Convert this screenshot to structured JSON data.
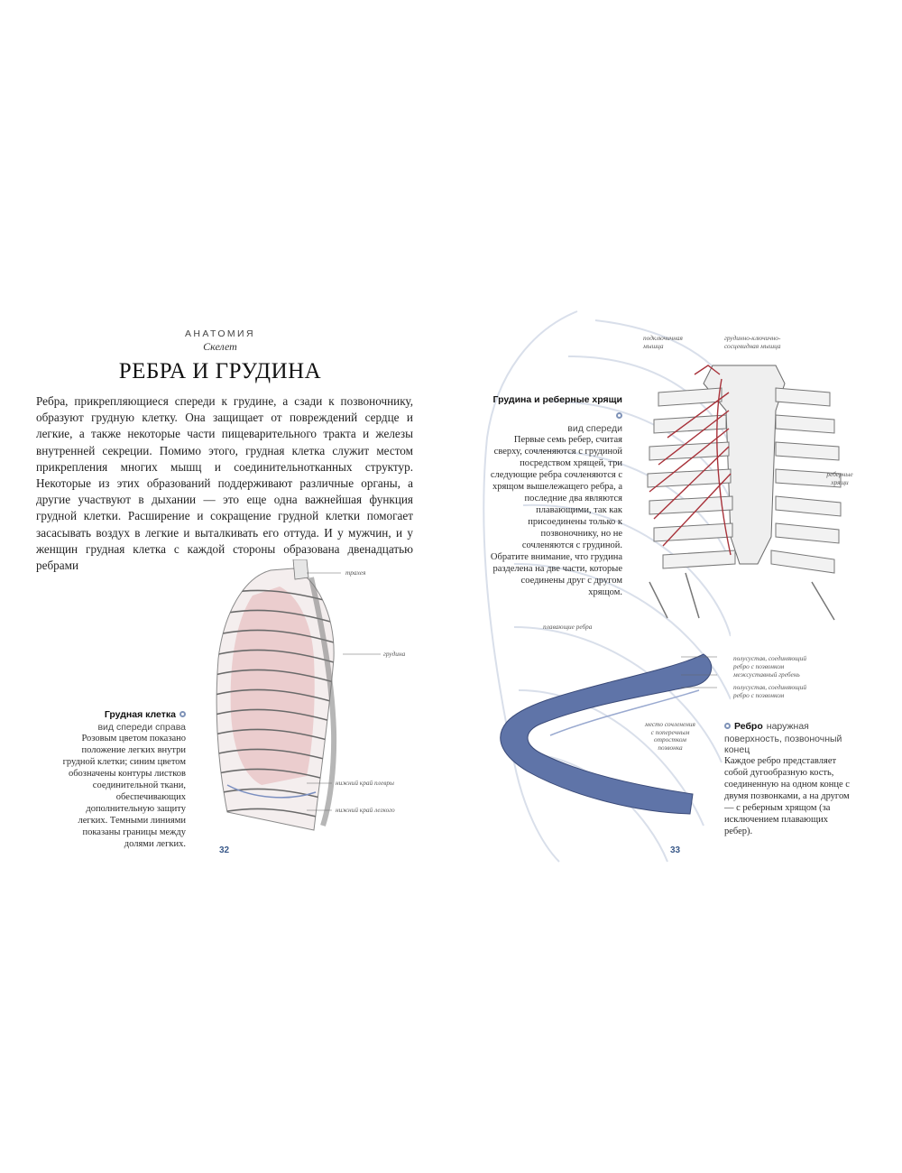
{
  "left": {
    "section": "АНАТОМИЯ",
    "subsection": "Скелет",
    "title": "РЕБРА И ГРУДИНА",
    "paragraph": "Ребра, прикрепляющиеся спереди к грудине, а сзади к позвоночнику, образуют грудную клетку. Она защищает от повреждений сердце и легкие, а также некоторые части пищеварительного тракта и железы внутренней секреции. Помимо этого, грудная клетка служит местом прикрепления многих мышц и соединительнотканных структур. Некоторые из этих образований поддерживают различные органы, а другие участвуют в дыхании — это еще одна важнейшая функция грудной клетки. Расширение и сокращение грудной клетки помогает засасывать воздух в легкие и выталкивать его оттуда. И у мужчин, и у женщин грудная клетка с каждой стороны образована двенадцатью ребрами",
    "figure_caption": {
      "title": "Грудная клетка",
      "subtitle": "вид спереди справа",
      "text": "Розовым цветом показано положение легких внутри грудной клетки; синим цветом обозначены контуры листков соединительной ткани, обеспечивающих дополнительную защиту легких. Темными линиями показаны границы между долями легких."
    },
    "labels": {
      "trachea": "трахея",
      "sternum": "грудина",
      "pleura": "нижний край плевры",
      "lung": "нижний край легкого"
    },
    "page_number": "32"
  },
  "right": {
    "caption1": {
      "title": "Грудина и реберные хрящи",
      "subtitle": "вид спереди",
      "text": "Первые семь ребер, считая сверху, сочленяются с грудиной посредством хрящей, три следующие ребра сочленяются с хрящом вышележащего ребра, а последние два являются плавающими, так как присоединены только к позвоночнику, но не сочленяются с грудиной. Обратите внимание, что грудина разделена на две части, которые соединены друг с другом хрящом."
    },
    "labels": {
      "subclavius": "подключичная мышца",
      "scm": "грудинно-ключично-сосцевидная мышца",
      "costal_cartilages": "реберные хрящи",
      "floating_ribs": "плавающие ребра",
      "semijoint1": "полусустав, соединяющий ребро с позвонком",
      "crest": "межсуставный гребень",
      "semijoint2": "полусустав, соединяющий ребро с позвонком",
      "transverse": "место сочленения с поперечным отростком позвонка"
    },
    "caption2": {
      "title": "Ребро",
      "subtitle_a": "наружная",
      "subtitle_b": "поверхность, позвоночный конец",
      "text": "Каждое ребро представляет собой дугообразную кость, соединенную на одном конце с двумя позвонками, а на другом — с реберным хрящом (за исключением плавающих ребер)."
    },
    "page_number": "33"
  },
  "colors": {
    "accent_blue": "#3b5a8a",
    "lung_pink": "#e9c4c6",
    "artery_red": "#a8323a",
    "rib_blue": "#5f74a8"
  }
}
